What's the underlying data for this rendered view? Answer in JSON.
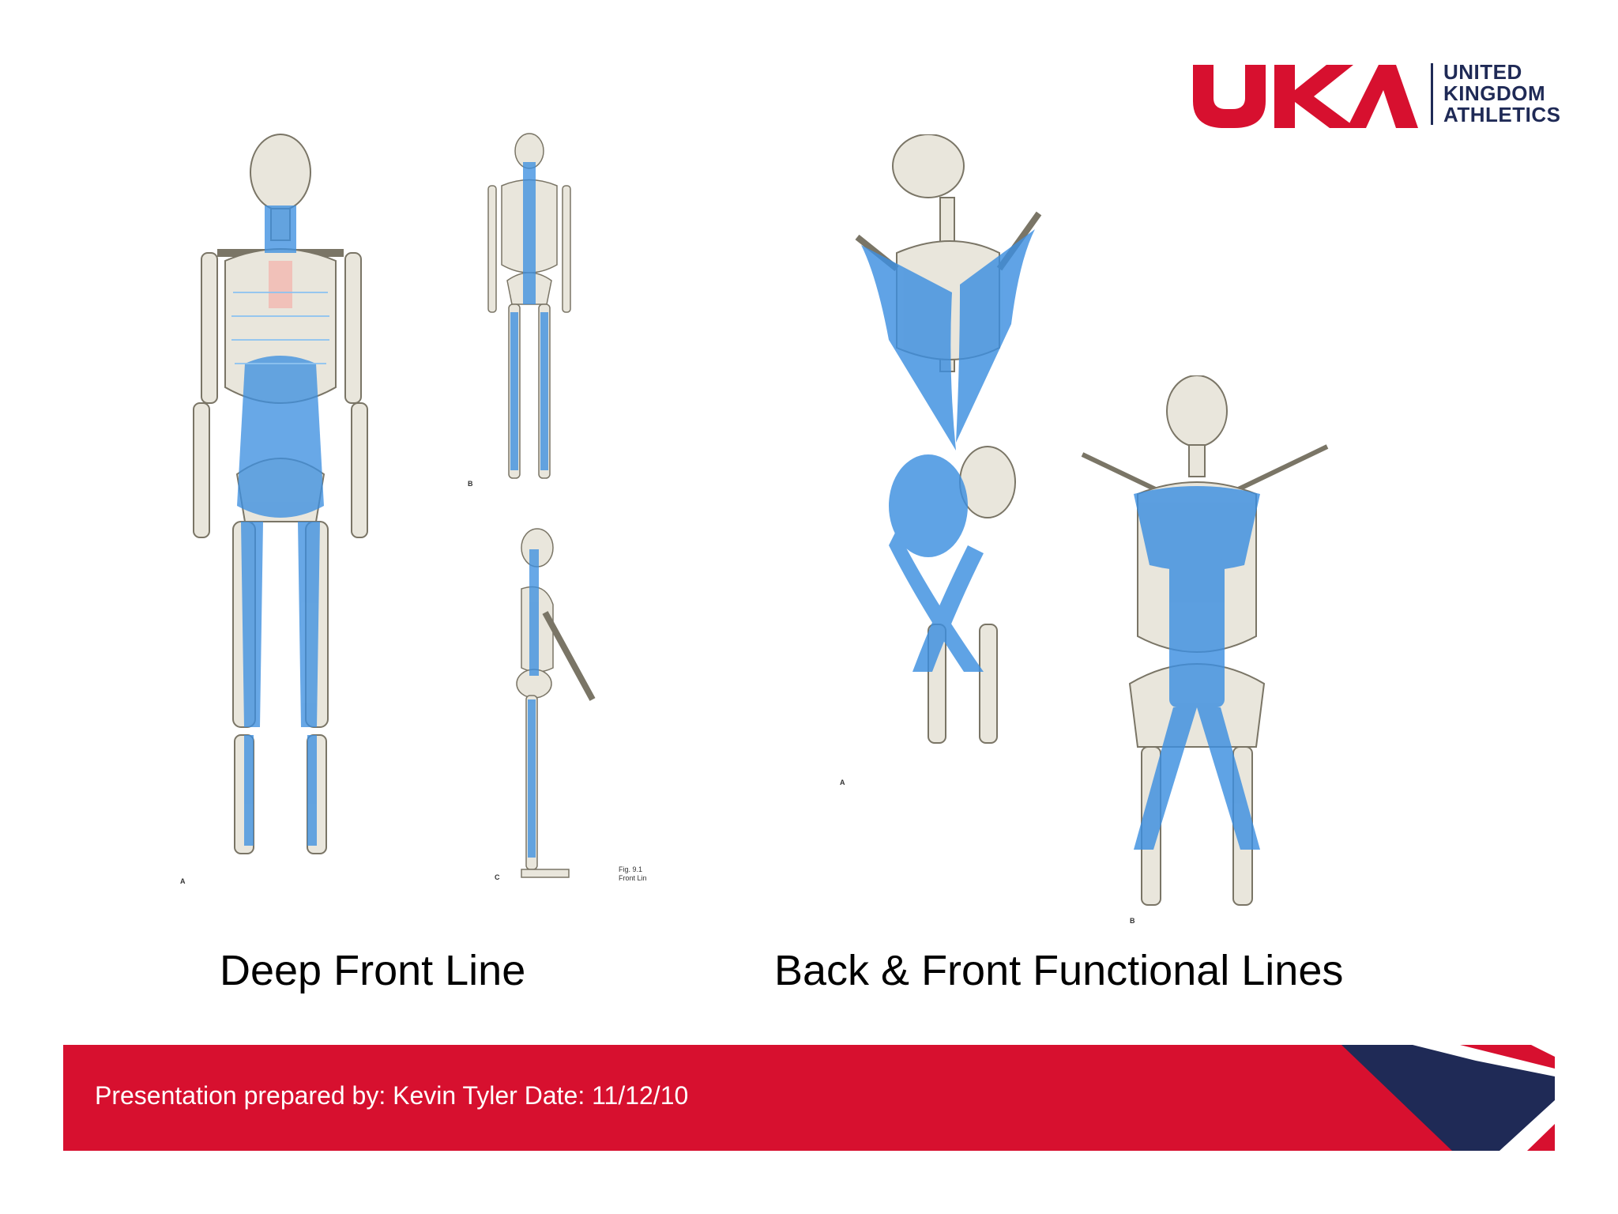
{
  "logo": {
    "wordmark": "UKA",
    "lines": [
      "UNITED",
      "KINGDOM",
      "ATHLETICS"
    ],
    "brand_red": "#d7102f",
    "brand_navy": "#1f2a56"
  },
  "figures": {
    "left_letters": [
      "A",
      "B",
      "C"
    ],
    "left_caption": [
      "Fig. 9.1",
      "Front Lin"
    ],
    "right_letters": [
      "A",
      "B"
    ]
  },
  "captions": {
    "left": "Deep Front Line",
    "right": "Back & Front Functional Lines"
  },
  "footer": {
    "text": "Presentation prepared by: Kevin Tyler Date: 11/12/10"
  },
  "colors": {
    "muscle_blue": "#3d8fe0",
    "bone": "#e9e6dc"
  }
}
